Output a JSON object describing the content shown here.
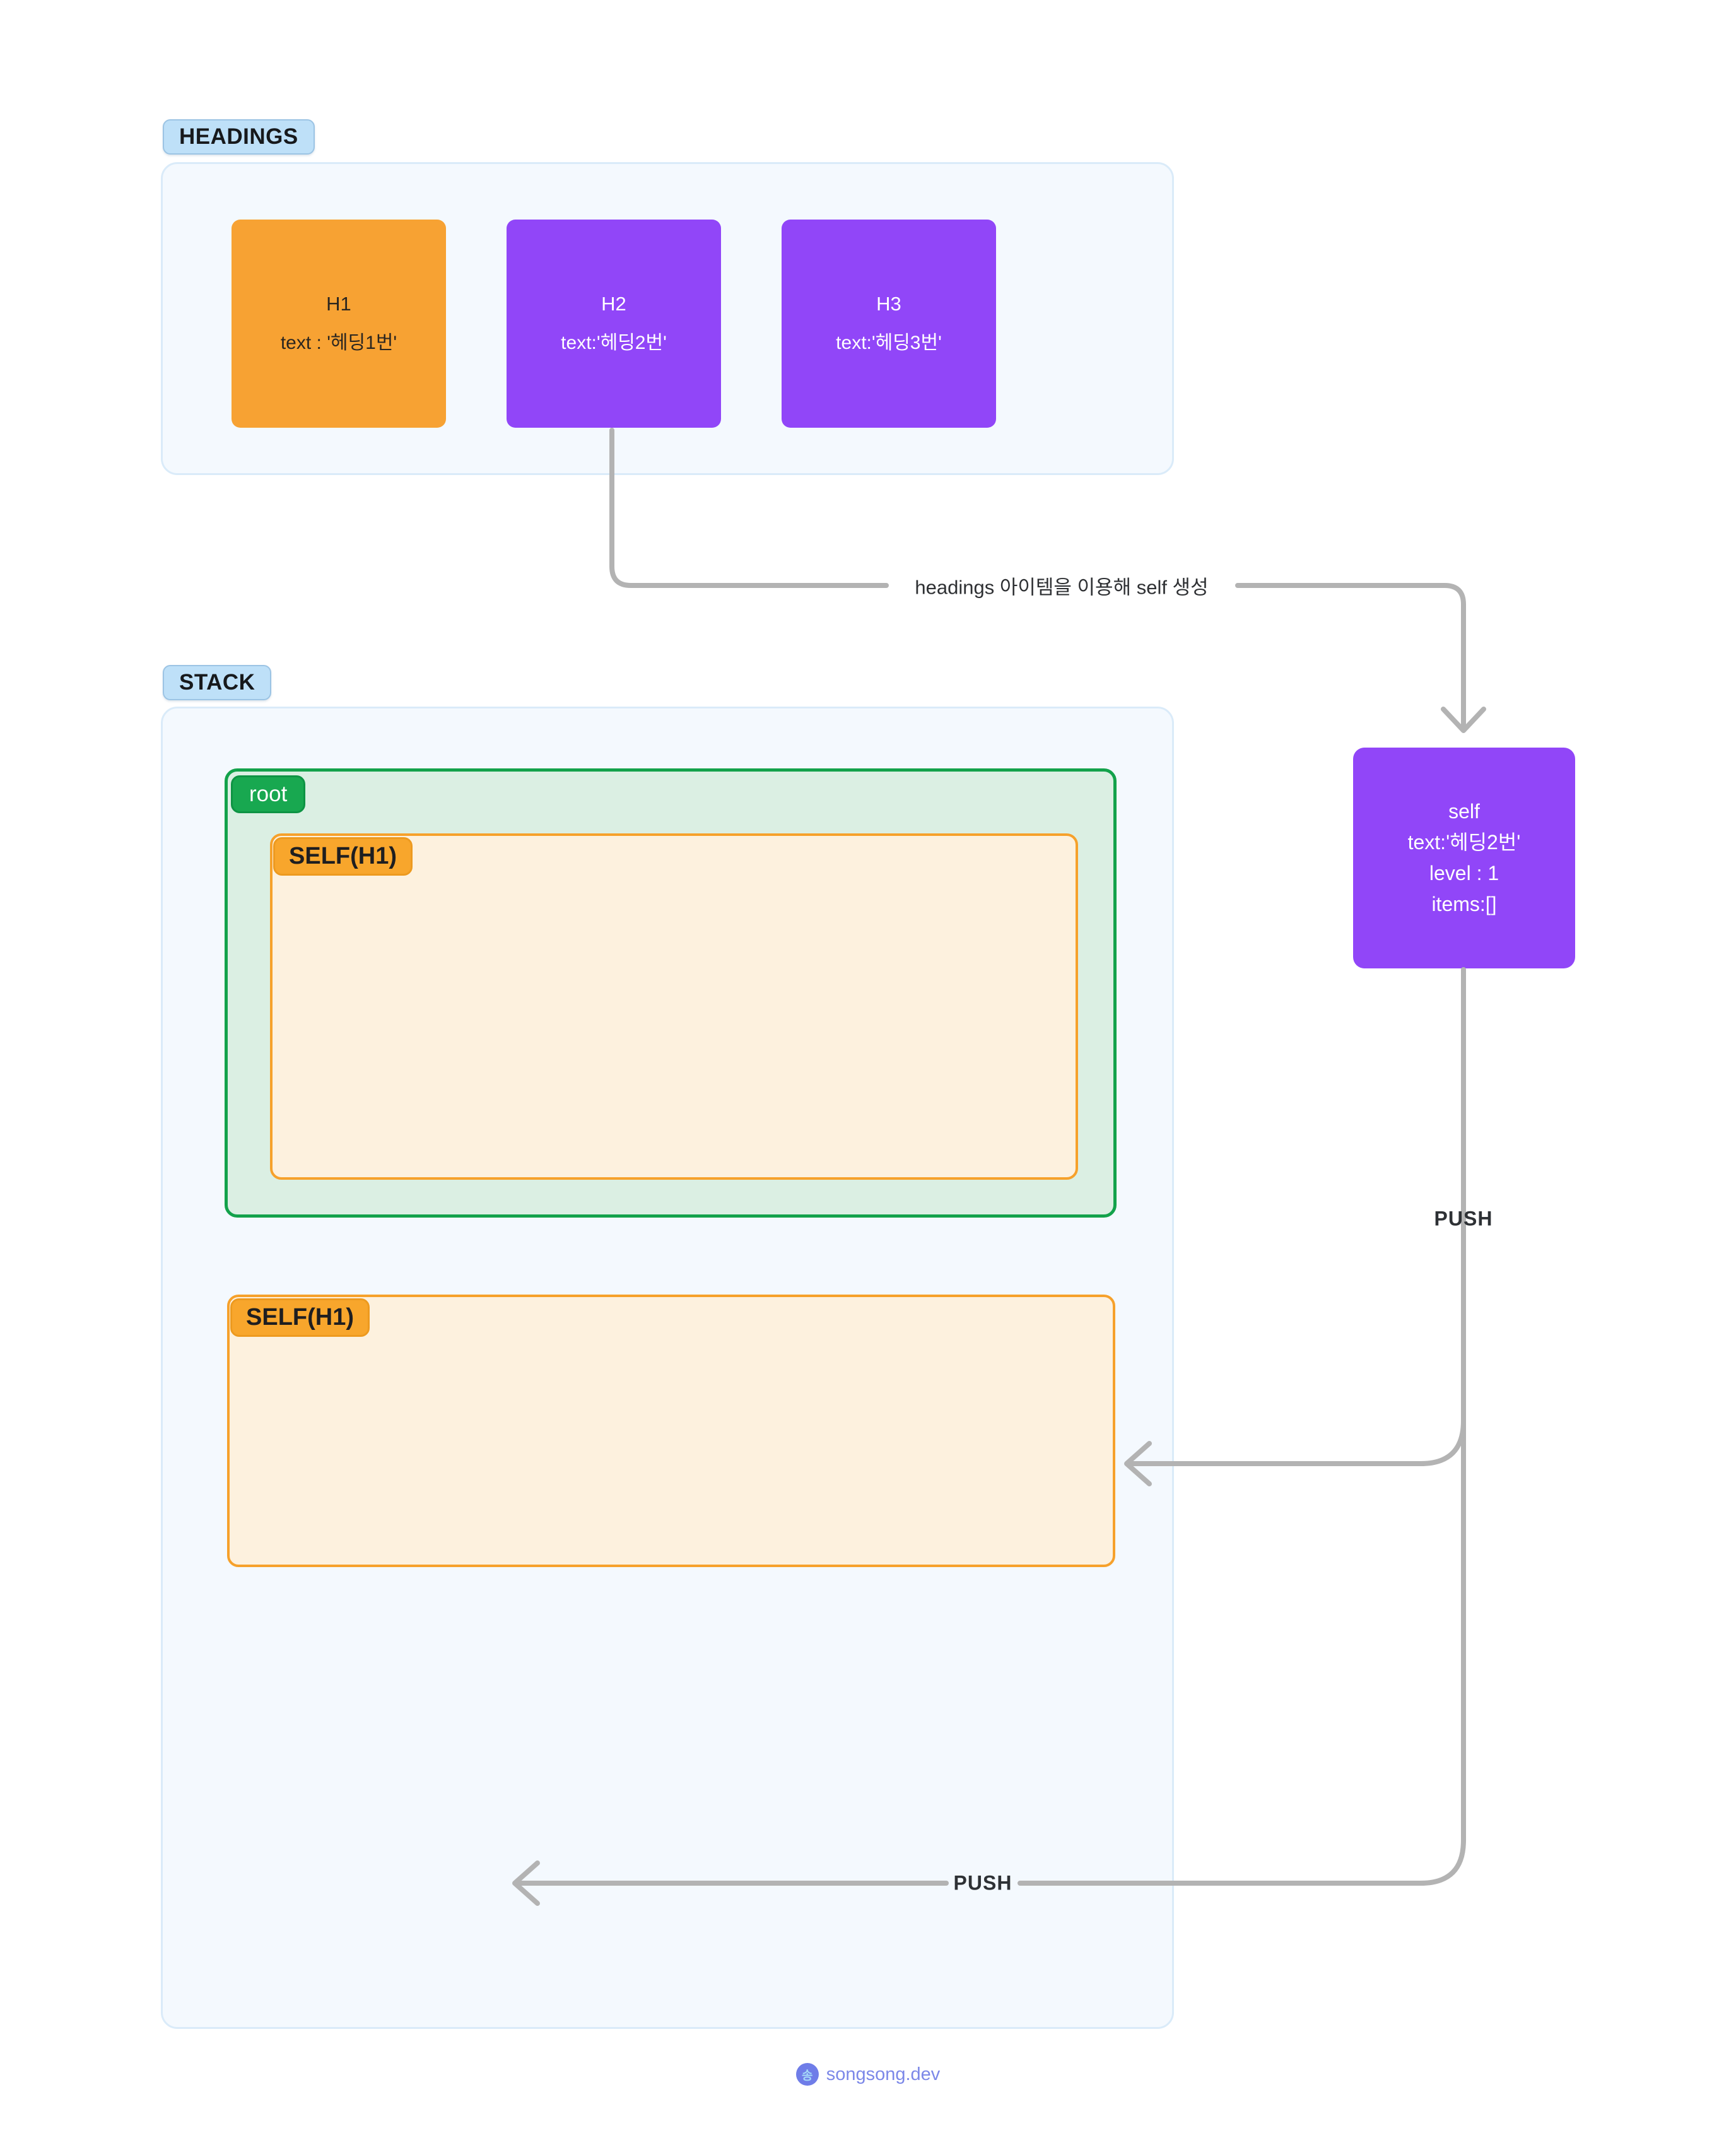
{
  "headings_section": {
    "label": "HEADINGS",
    "cards": [
      {
        "title": "H1",
        "subtitle": "text : '헤딩1번'",
        "variant": "orange"
      },
      {
        "title": "H2",
        "subtitle": "text:'헤딩2번'",
        "variant": "purple"
      },
      {
        "title": "H3",
        "subtitle": "text:'헤딩3번'",
        "variant": "purple"
      }
    ]
  },
  "stack_section": {
    "label": "STACK",
    "root": {
      "badge": "root"
    },
    "self_boxes": [
      {
        "badge": "SELF(H1)"
      },
      {
        "badge": "SELF(H1)"
      }
    ]
  },
  "self_node": {
    "lines": [
      "self",
      "text:'헤딩2번'",
      "level : 1",
      "items:[]"
    ]
  },
  "annotations": {
    "create_self": "headings 아이템을 이용해 self 생성",
    "push_right": "PUSH",
    "push_bottom": "PUSH"
  },
  "footer": {
    "brand": "songsong.dev",
    "icon_glyph": "송"
  },
  "colors": {
    "orange": "#F7A233",
    "purple": "#9146F8",
    "green_border": "#13A24B",
    "green_bg": "#DBEFE3",
    "cream_bg": "#FDF1DE",
    "orange_border": "#F6A12B",
    "panel_bg": "#F4F9FE",
    "panel_border": "#DAEBF9",
    "pill_bg": "#BEE0F8",
    "arrow_gray": "#B3B3B3",
    "footer_accent": "#7C88E8"
  }
}
